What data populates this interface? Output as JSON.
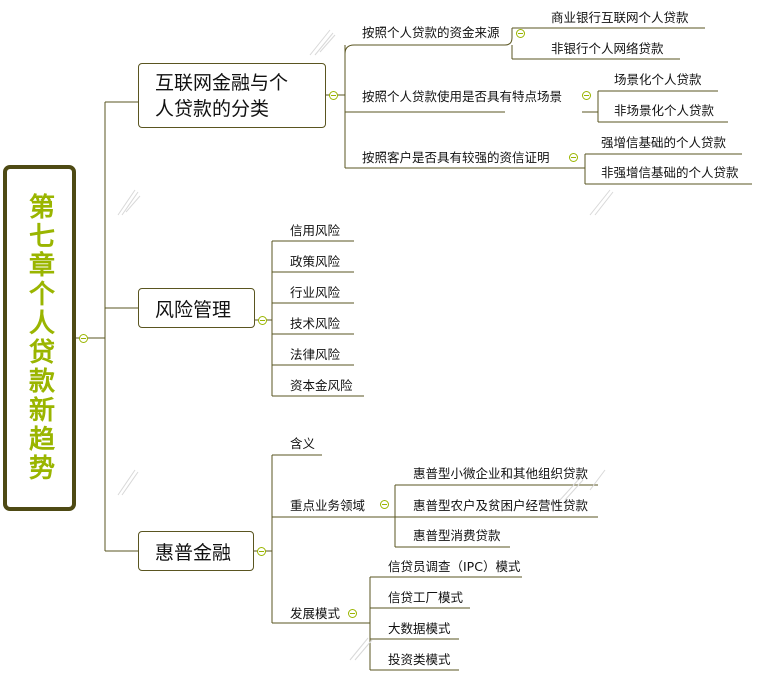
{
  "root": {
    "title": "第七章个人贷款新趋势"
  },
  "branches": [
    {
      "label": "互联网金融与个人贷款的分类",
      "children": [
        {
          "label": "按照个人贷款的资金来源",
          "children": [
            "商业银行互联网个人贷款",
            "非银行个人网络贷款"
          ]
        },
        {
          "label": "按照个人贷款使用是否具有特点场景",
          "children": [
            "场景化个人贷款",
            "非场景化个人贷款"
          ]
        },
        {
          "label": "按照客户是否具有较强的资信证明",
          "children": [
            "强增信基础的个人贷款",
            "非强增信基础的个人贷款"
          ]
        }
      ]
    },
    {
      "label": "风险管理",
      "children": [
        "信用风险",
        "政策风险",
        "行业风险",
        "技术风险",
        "法律风险",
        "资本金风险"
      ]
    },
    {
      "label": "惠普金融",
      "children": [
        {
          "label": "含义",
          "children": []
        },
        {
          "label": "重点业务领域",
          "children": [
            "惠普型小微企业和其他组织贷款",
            "惠普型农户及贫困户经营性贷款",
            "惠普型消费贷款"
          ]
        },
        {
          "label": "发展模式",
          "children": [
            "信贷员调查（IPC）模式",
            "信贷工厂模式",
            "大数据模式",
            "投资类模式"
          ]
        }
      ]
    }
  ]
}
